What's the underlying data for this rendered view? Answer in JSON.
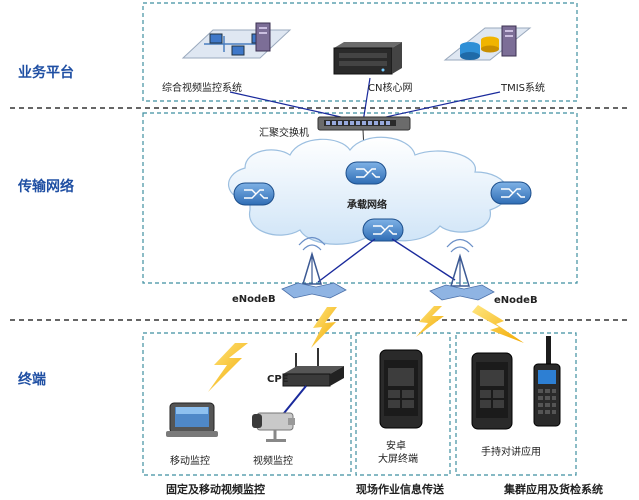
{
  "layers": {
    "business": "业务平台",
    "transport": "传输网络",
    "terminal": "终端"
  },
  "business": {
    "video_system": "综合视频监控系统",
    "cn_core": "CN核心网",
    "tmis": "TMIS系统"
  },
  "transport": {
    "aggregation_switch": "汇聚交换机",
    "bearer_network": "承载网络",
    "enodeb_left": "eNodeB",
    "enodeb_right": "eNodeB"
  },
  "terminal": {
    "cpe": "CPE",
    "mobile_monitor": "移动监控",
    "video_monitor": "视频监控",
    "android_line1": "安卓",
    "android_line2": "大屏终端",
    "handheld": "手持对讲应用",
    "group_fixed": "固定及移动视频监控",
    "group_field": "现场作业信息传送",
    "group_cluster": "集群应用及货检系统"
  },
  "colors": {
    "layer_text": "#1f4fa3",
    "dashed_border": "#3f8fa0",
    "link_line": "#1a2a9c",
    "lightning": "#f5c000"
  }
}
